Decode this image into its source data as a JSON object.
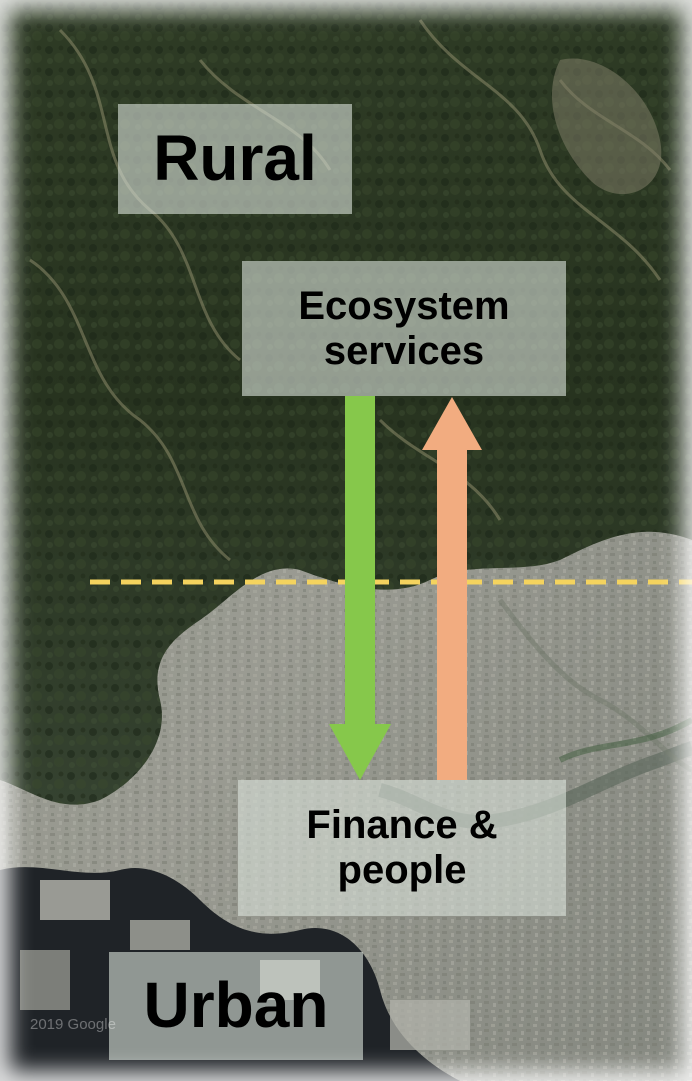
{
  "labels": {
    "rural": "Rural",
    "urban": "Urban",
    "ecosystem_line1": "Ecosystem",
    "ecosystem_line2": "services",
    "finance_line1": "Finance &",
    "finance_line2": "people"
  },
  "watermark": "2019 Google",
  "colors": {
    "down_arrow": "#86c84b",
    "up_arrow": "#f2ac80",
    "boundary_line": "#f4d35e",
    "label_box": "#d7ded7"
  }
}
